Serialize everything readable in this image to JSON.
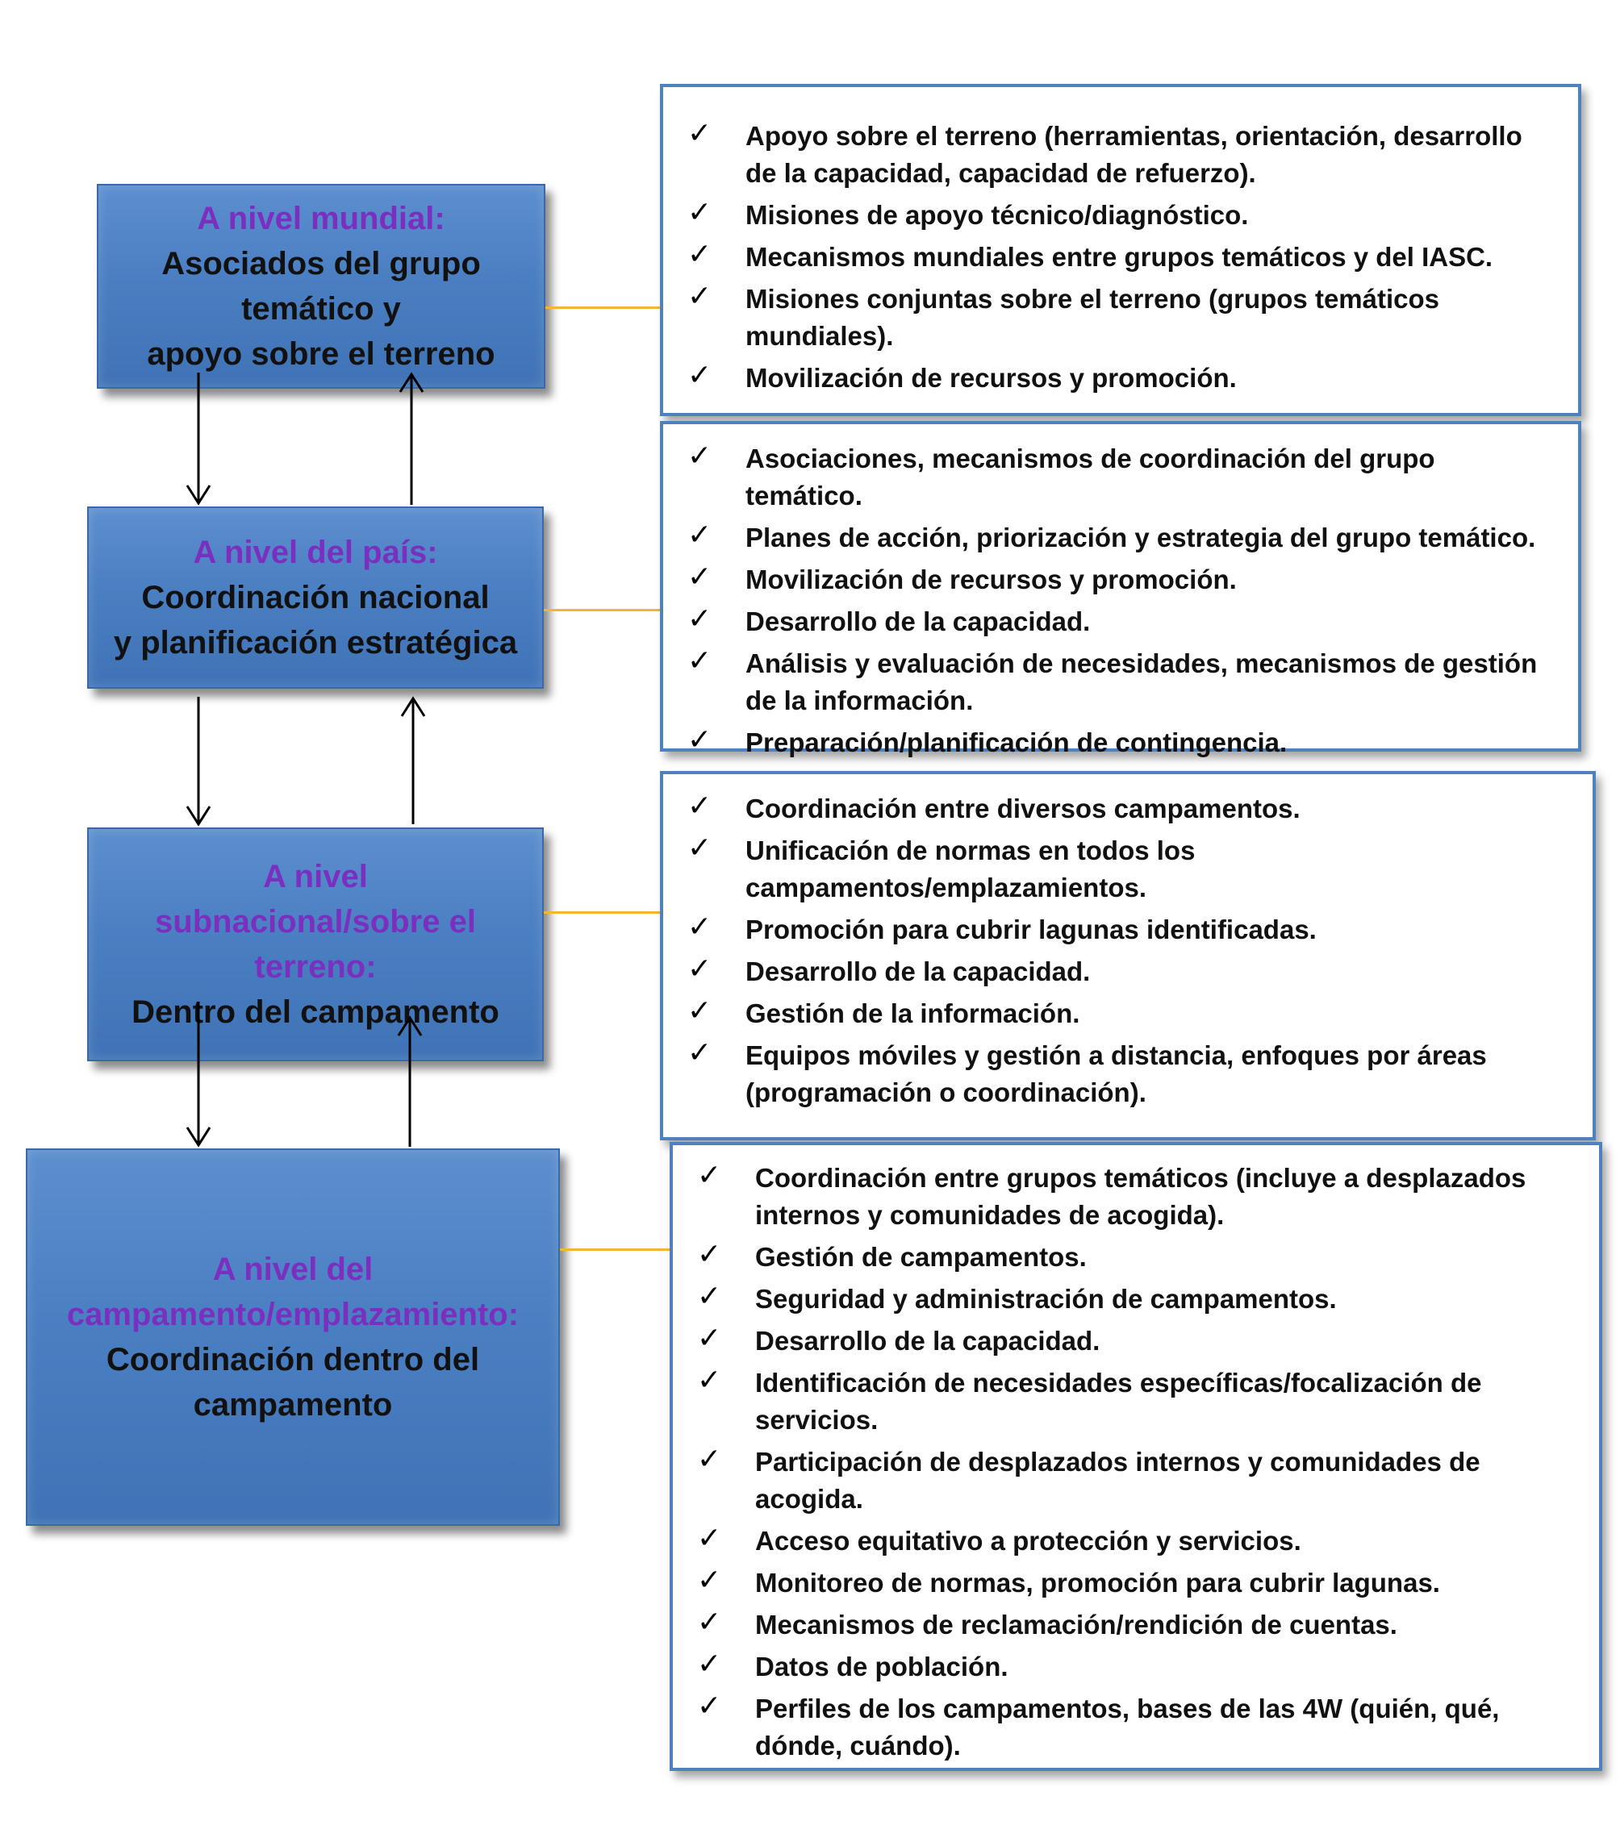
{
  "levels": [
    {
      "title": "A nivel mundial:",
      "subtitle_lines": [
        "Asociados del grupo",
        "temático y",
        "apoyo sobre el terreno"
      ]
    },
    {
      "title": "A nivel del país:",
      "subtitle_lines": [
        "Coordinación nacional",
        "y planificación estratégica"
      ]
    },
    {
      "title": "A nivel subnacional/sobre el terreno:",
      "subtitle_lines": [
        "Dentro del campamento"
      ]
    },
    {
      "title": "A nivel del campamento/emplazamiento:",
      "subtitle_lines": [
        "Coordinación dentro del",
        "campamento"
      ]
    }
  ],
  "panels": [
    {
      "items": [
        "Apoyo sobre el terreno (herramientas, orientación, desarrollo de la capacidad, capacidad de refuerzo).",
        "Misiones de apoyo técnico/diagnóstico.",
        "Mecanismos mundiales entre grupos temáticos y del IASC.",
        "Misiones conjuntas sobre el terreno (grupos temáticos mundiales).",
        "Movilización de recursos y promoción."
      ]
    },
    {
      "items": [
        "Asociaciones, mecanismos de coordinación del grupo temático.",
        "Planes de acción, priorización y estrategia del grupo temático.",
        "Movilización de recursos y promoción.",
        "Desarrollo de la capacidad.",
        "Análisis y evaluación de necesidades, mecanismos de gestión de la información.",
        "Preparación/planificación de contingencia."
      ]
    },
    {
      "items": [
        "Coordinación entre diversos campamentos.",
        "Unificación de normas en todos los campamentos/emplazamientos.",
        "Promoción para cubrir lagunas identificadas.",
        "Desarrollo de la capacidad.",
        "Gestión de la información.",
        "Equipos móviles y gestión a distancia, enfoques por áreas (programación o coordinación)."
      ]
    },
    {
      "items": [
        "Coordinación entre grupos temáticos (incluye a desplazados internos y comunidades de acogida).",
        "Gestión de campamentos.",
        "Seguridad y administración de campamentos.",
        "Desarrollo de la capacidad.",
        "Identificación de necesidades específicas/focalización de servicios.",
        "Participación de desplazados internos y comunidades de acogida.",
        "Acceso equitativo a protección y servicios.",
        "Monitoreo de normas, promoción para cubrir lagunas.",
        "Mecanismos de reclamación/rendición de cuentas.",
        "Datos de población.",
        "Perfiles de los campamentos, bases de las 4W (quién, qué, dónde, cuándo)."
      ]
    }
  ],
  "check_symbol": "✓",
  "colors": {
    "box_blue": "#4a7fc2",
    "title_purple": "#7b2fbf",
    "panel_border": "#4f81bd",
    "connector": "#f2b631"
  }
}
